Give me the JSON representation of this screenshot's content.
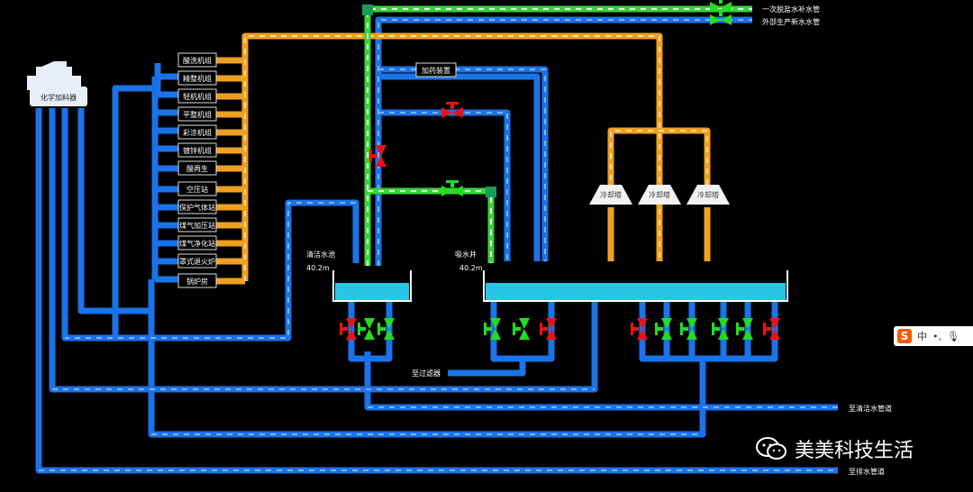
{
  "dosing_tower": {
    "label": "化学加料器"
  },
  "units": [
    "酸洗机组",
    "精整机组",
    "轻机机组",
    "平整机组",
    "彩涂机组",
    "镀锌机组",
    "酸再生",
    "空压站",
    "保护气体站",
    "煤气加压站",
    "煤气净化站",
    "罩式退火炉",
    "锅炉房"
  ],
  "chem_dosing": {
    "label": "加药装置"
  },
  "clean_pool": {
    "label": "清洁水池",
    "level": "40.2m"
  },
  "suction_well": {
    "label": "吸水井",
    "level": "40.2m"
  },
  "cooling_towers": [
    "冷却塔",
    "冷却塔",
    "冷却塔"
  ],
  "top_pipes": {
    "desalt": "一次脱盐水补水管",
    "fresh": "外部生产新水水管"
  },
  "outlets": {
    "filter": "至过滤器",
    "clean_pipe": "至清洁水管道",
    "drain": "至排水管道"
  },
  "brand": {
    "text": "美美科技生活"
  },
  "ime": {
    "lang": "中",
    "logo": "S"
  },
  "colors": {
    "supply": "#1a73e8",
    "return": "#f0a020",
    "makeup": "#3ad43a",
    "tank": "#27c6e6",
    "valve_open": "#22dd22",
    "valve_closed": "#ee1111"
  }
}
